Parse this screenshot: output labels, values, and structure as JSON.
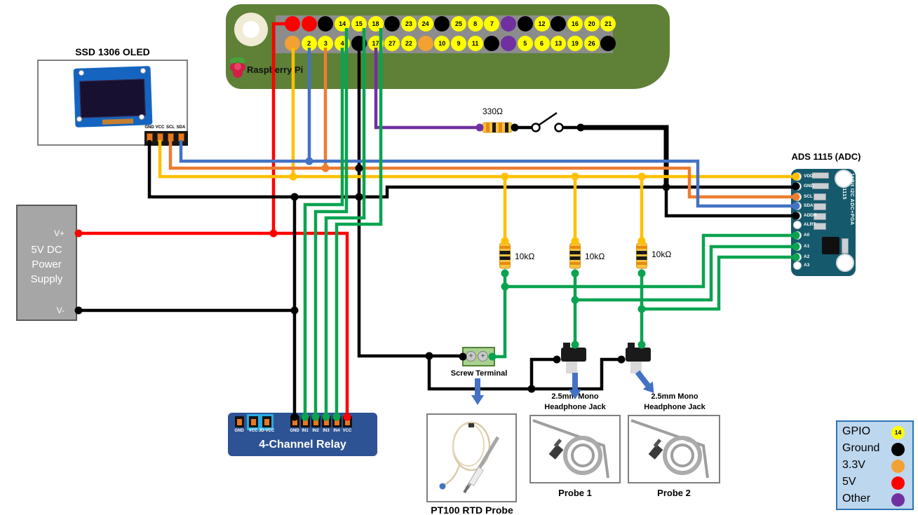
{
  "colors": {
    "gpio": "#FFFF00",
    "ground": "#000000",
    "v33_pin": "#F2A132",
    "v33_wire": "#FFC000",
    "v5": "#FF0000",
    "other": "#7030A0",
    "green": "#0AA350",
    "scl_orange": "#ED7D31",
    "sda_blue": "#4472C4",
    "arrow_blue": "#4472C4"
  },
  "pi": {
    "brand": "Raspberry Pi",
    "top_row": [
      {
        "t": "5v"
      },
      {
        "t": "5v"
      },
      {
        "t": "gnd"
      },
      {
        "t": "gpio",
        "n": "14"
      },
      {
        "t": "gpio",
        "n": "15"
      },
      {
        "t": "gpio",
        "n": "18"
      },
      {
        "t": "gnd"
      },
      {
        "t": "gpio",
        "n": "23"
      },
      {
        "t": "gpio",
        "n": "24"
      },
      {
        "t": "gnd"
      },
      {
        "t": "gpio",
        "n": "25"
      },
      {
        "t": "gpio",
        "n": "8"
      },
      {
        "t": "gpio",
        "n": "7"
      },
      {
        "t": "id"
      },
      {
        "t": "gnd"
      },
      {
        "t": "gpio",
        "n": "12"
      },
      {
        "t": "gnd"
      },
      {
        "t": "gpio",
        "n": "16"
      },
      {
        "t": "gpio",
        "n": "20"
      },
      {
        "t": "gpio",
        "n": "21"
      }
    ],
    "bottom_row": [
      {
        "t": "3v3"
      },
      {
        "t": "gpio",
        "n": "2"
      },
      {
        "t": "gpio",
        "n": "3"
      },
      {
        "t": "gpio",
        "n": "4"
      },
      {
        "t": "gnd"
      },
      {
        "t": "gpio",
        "n": "17"
      },
      {
        "t": "gpio",
        "n": "27"
      },
      {
        "t": "gpio",
        "n": "22"
      },
      {
        "t": "3v3"
      },
      {
        "t": "gpio",
        "n": "10"
      },
      {
        "t": "gpio",
        "n": "9"
      },
      {
        "t": "gpio",
        "n": "11"
      },
      {
        "t": "gnd"
      },
      {
        "t": "id"
      },
      {
        "t": "gpio",
        "n": "5"
      },
      {
        "t": "gpio",
        "n": "6"
      },
      {
        "t": "gpio",
        "n": "13"
      },
      {
        "t": "gpio",
        "n": "19"
      },
      {
        "t": "gpio",
        "n": "26"
      },
      {
        "t": "gnd"
      }
    ]
  },
  "oled": {
    "title": "SSD 1306 OLED",
    "pins": [
      "GND",
      "VCC",
      "SCL",
      "SDA"
    ]
  },
  "power": {
    "line1": "5V DC",
    "line2": "Power",
    "line3": "Supply",
    "vplus": "V+",
    "vminus": "V-"
  },
  "ads": {
    "title": "ADS 1115 (ADC)",
    "pins": [
      "VDD",
      "GND",
      "SCL",
      "SDA",
      "ADDR",
      "ALRT",
      "A0",
      "A1",
      "A2",
      "A3"
    ],
    "board_text1": "16Bit I2C ADC+PGA",
    "board_text2": "ADS1115"
  },
  "relay": {
    "title": "4-Channel Relay",
    "left_pins": [
      "GND",
      "VCC",
      "JD-VCC"
    ],
    "right_pins": [
      "GND",
      "IN1",
      "IN2",
      "IN3",
      "IN4",
      "VCC"
    ]
  },
  "resistors": {
    "r330": "330Ω",
    "r10k_1": "10kΩ",
    "r10k_2": "10kΩ",
    "r10k_3": "10kΩ"
  },
  "terminal": {
    "label": "Screw Terminal"
  },
  "jack": {
    "line1": "2.5mm Mono",
    "line2": "Headphone Jack"
  },
  "probes": {
    "pt100": "PT100 RTD Probe",
    "probe1": "Probe 1",
    "probe2": "Probe 2"
  },
  "legend": {
    "items": [
      {
        "label": "GPIO",
        "swatch": "gpio",
        "badge": "14"
      },
      {
        "label": "Ground",
        "swatch": "ground"
      },
      {
        "label": "3.3V",
        "swatch": "v33_pin"
      },
      {
        "label": "5V",
        "swatch": "v5"
      },
      {
        "label": "Other",
        "swatch": "other"
      }
    ]
  }
}
